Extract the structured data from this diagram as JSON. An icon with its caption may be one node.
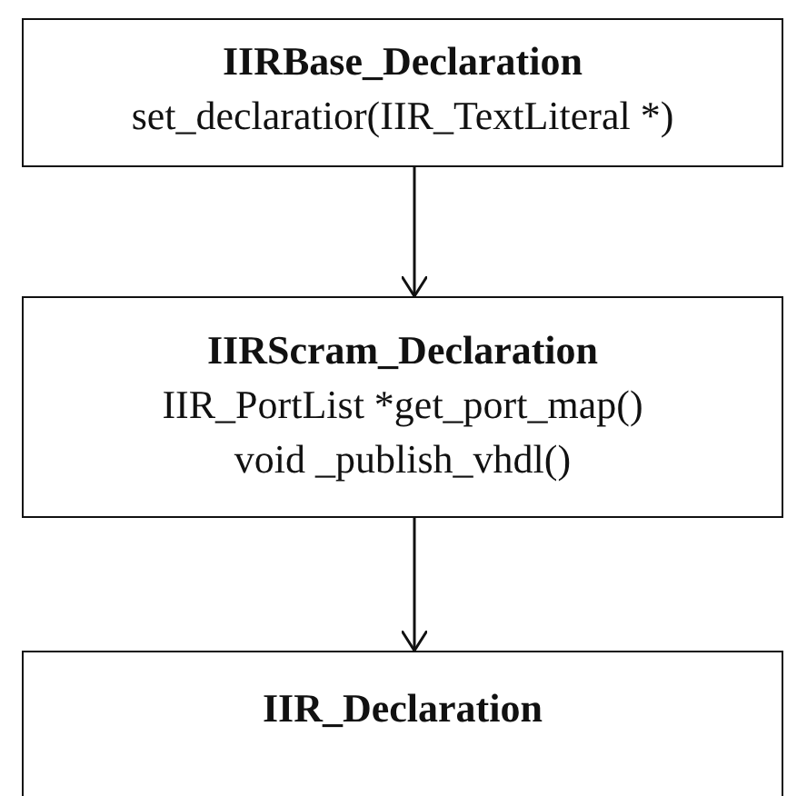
{
  "diagram": {
    "nodes": [
      {
        "text": [
          "IIRBase_Declaration",
          "set_declaratior(IIR_TextLiteral *)"
        ]
      },
      {
        "text": [
          "IIRScram_Declaration",
          "IIR_PortList *get_port_map()",
          "void _publish_vhdl()"
        ]
      },
      {
        "text": [
          "IIR_Declaration"
        ]
      }
    ],
    "edges": [
      {
        "from": 0,
        "to": 1,
        "arrow": "to"
      },
      {
        "from": 1,
        "to": 2,
        "arrow": "to"
      }
    ]
  }
}
